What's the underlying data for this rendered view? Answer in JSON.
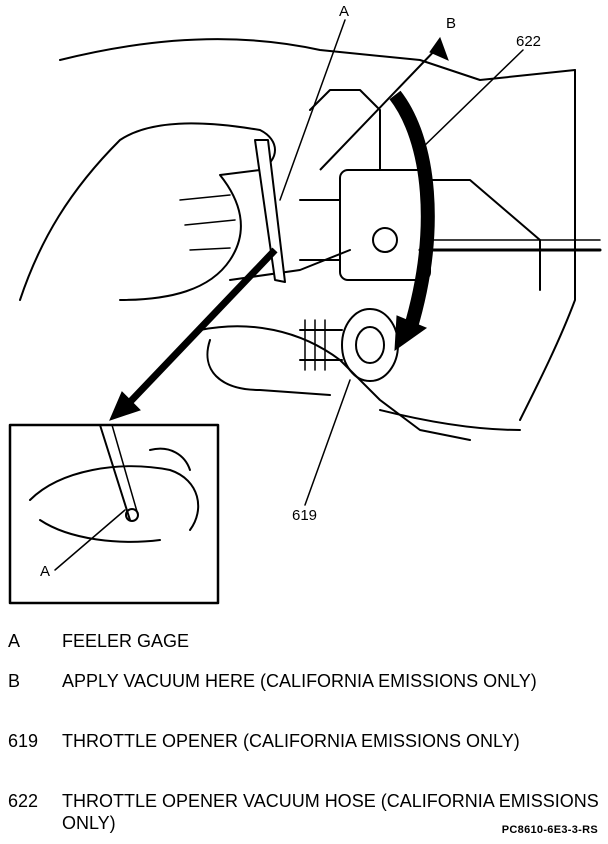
{
  "callouts": {
    "a_top": "A",
    "b": "B",
    "c622": "622",
    "c619": "619",
    "a_inset": "A"
  },
  "legend": [
    {
      "key": "A",
      "description": "FEELER GAGE"
    },
    {
      "key": "B",
      "description": "APPLY VACUUM HERE (CALIFORNIA EMISSIONS ONLY)"
    },
    {
      "key": "619",
      "description": "THROTTLE OPENER (CALIFORNIA EMISSIONS ONLY)"
    },
    {
      "key": "622",
      "description": "THROTTLE OPENER VACUUM HOSE (CALIFORNIA EMISSIONS ONLY)"
    }
  ],
  "figure_code": "PC8610-6E3-3-RS",
  "colors": {
    "ink": "#000000",
    "paper": "#ffffff"
  }
}
